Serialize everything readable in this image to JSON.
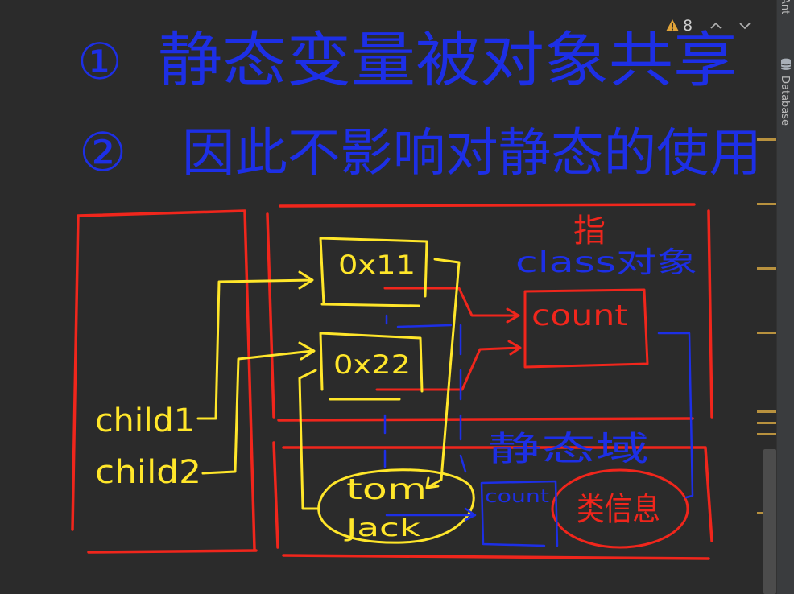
{
  "inspection": {
    "count": "8",
    "warning_color": "#e0a338"
  },
  "tool_window": {
    "tabs": [
      "Ant",
      "Database"
    ]
  },
  "colors": {
    "background": "#2b2b2b",
    "ink_blue": "#1d2fe6",
    "ink_red": "#f0261c",
    "ink_yellow": "#ffe62a",
    "marker": "#b8913e"
  },
  "drawing": {
    "line1_num": "①",
    "line1_text": "静态变量被对象共享",
    "line2_num": "②",
    "line2_text": "因此不影响对静态的使用",
    "addr1": "0x11",
    "addr2": "0x22",
    "count_box": "count",
    "class_obj_1": "指",
    "class_obj_2": "class对象",
    "child1": "child1",
    "child2": "child2",
    "tom": "tom",
    "jack": "Jack",
    "static_area": "静态域",
    "count_small": "count",
    "class_info": "类信息"
  }
}
